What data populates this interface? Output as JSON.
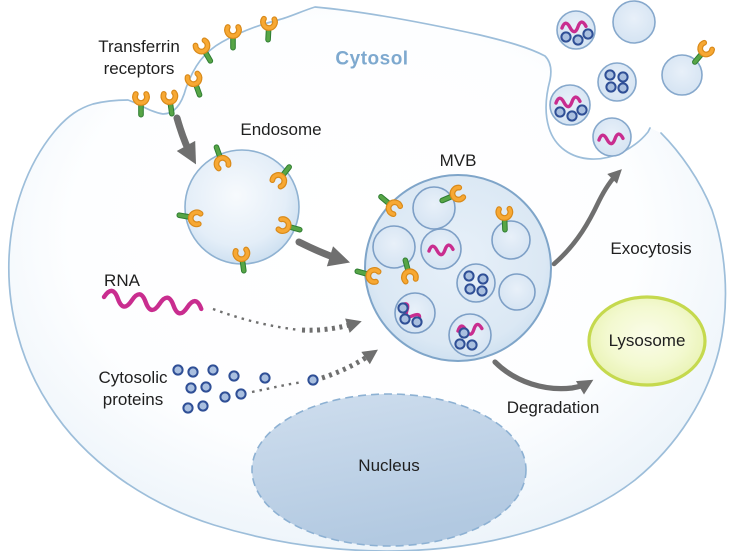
{
  "figure": {
    "type": "cell-biology-pathway-diagram",
    "subject": "Exosome biogenesis and release",
    "labels": {
      "transferrin_receptors": "Transferrin receptors",
      "cytosol": "Cytosol",
      "endosome": "Endosome",
      "mvb": "MVB",
      "rna": "RNA",
      "cytosolic_proteins": "Cytosolic proteins",
      "nucleus": "Nucleus",
      "lysosome": "Lysosome",
      "exocytosis": "Exocytosis",
      "degradation": "Degradation"
    },
    "icons": [
      "transferrin-receptor-icon",
      "rna-squiggle-icon",
      "protein-dot-icon",
      "arrow-icon",
      "dotted-arrow-icon"
    ],
    "colors": {
      "membrane": "#9dbeda",
      "cell_fill_edge": "#d2e3f1",
      "organelle_stroke": "#7fa5c9",
      "vesicle_stroke": "#7d9fc6",
      "nucleus_stroke": "#8db1d3",
      "nucleus_fill": "#b2c9e1",
      "lysosome_stroke": "#c5d94e",
      "lysosome_fill": "#f3f9d0",
      "rna": "#c92d8f",
      "protein_fill": "#a9bfdf",
      "protein_ring": "#2f4f96",
      "receptor_head": "#f7a833",
      "receptor_head_outline": "#d98a1a",
      "receptor_stem": "#57a546",
      "receptor_stem_outline": "#2e7d32",
      "arrow": "#6f6f6f",
      "cytosol_text": "#7ea9cf"
    }
  }
}
